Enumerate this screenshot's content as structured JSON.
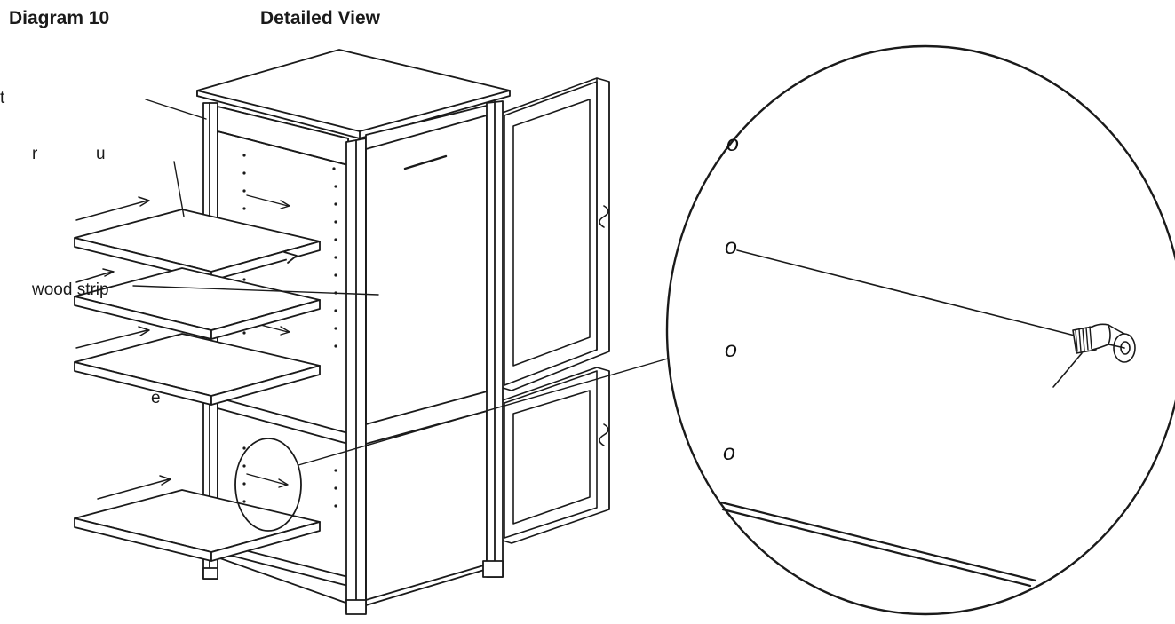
{
  "headings": {
    "diagram_title": "Diagram 10",
    "detail_title": "Detailed View"
  },
  "callouts": {
    "t": "t",
    "r": "r",
    "u": "u",
    "wood_strip": "wood strip",
    "e": "e"
  },
  "detail_view": {
    "hole_markers": [
      "o",
      "o",
      "o",
      "o"
    ]
  },
  "colors": {
    "line": "#1a1a1a",
    "fill": "#ffffff",
    "shadow": "#d9d9d9"
  },
  "components": {
    "cabinet": "cabinet-icon",
    "shelves": [
      "shelf-icon",
      "shelf-icon",
      "shelf-icon",
      "shelf-icon"
    ],
    "doors": [
      "door-icon",
      "door-icon"
    ],
    "shelf_pin": "shelf-pin-icon",
    "magnifier": "magnifier-circle-icon"
  }
}
